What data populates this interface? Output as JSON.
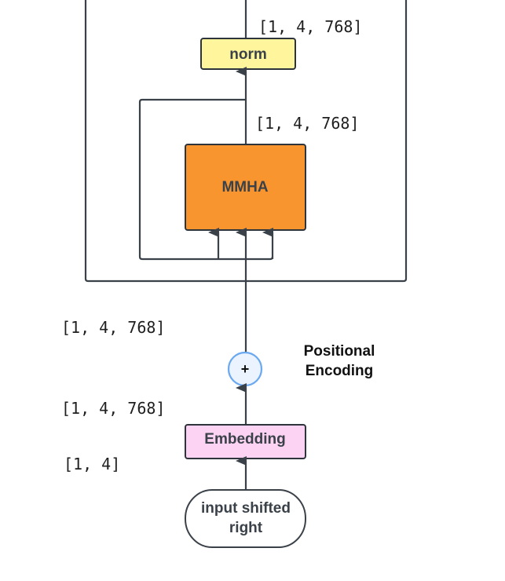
{
  "diagram": {
    "blocks": {
      "norm": {
        "label": "norm",
        "fill": "#fff59d"
      },
      "mmha": {
        "label": "MMHA",
        "fill": "#f9952f"
      },
      "embedding": {
        "label": "Embedding",
        "fill": "#fdd3f3"
      },
      "input": {
        "label_line1": "input shifted",
        "label_line2": "right",
        "fill": "#ffffff"
      },
      "add": {
        "symbol": "+",
        "fill": "#eaf3fe",
        "stroke": "#6aa8f0"
      }
    },
    "annotations": {
      "norm_output_shape": "[1, 4, 768]",
      "mmha_output_shape": "[1, 4, 768]",
      "block_input_shape": "[1, 4, 768]",
      "embedding_output_shape": "[1, 4, 768]",
      "input_shape": "[1, 4]",
      "positional_encoding_line1": "Positional",
      "positional_encoding_line2": "Encoding"
    },
    "line_color": "#3a4149"
  }
}
